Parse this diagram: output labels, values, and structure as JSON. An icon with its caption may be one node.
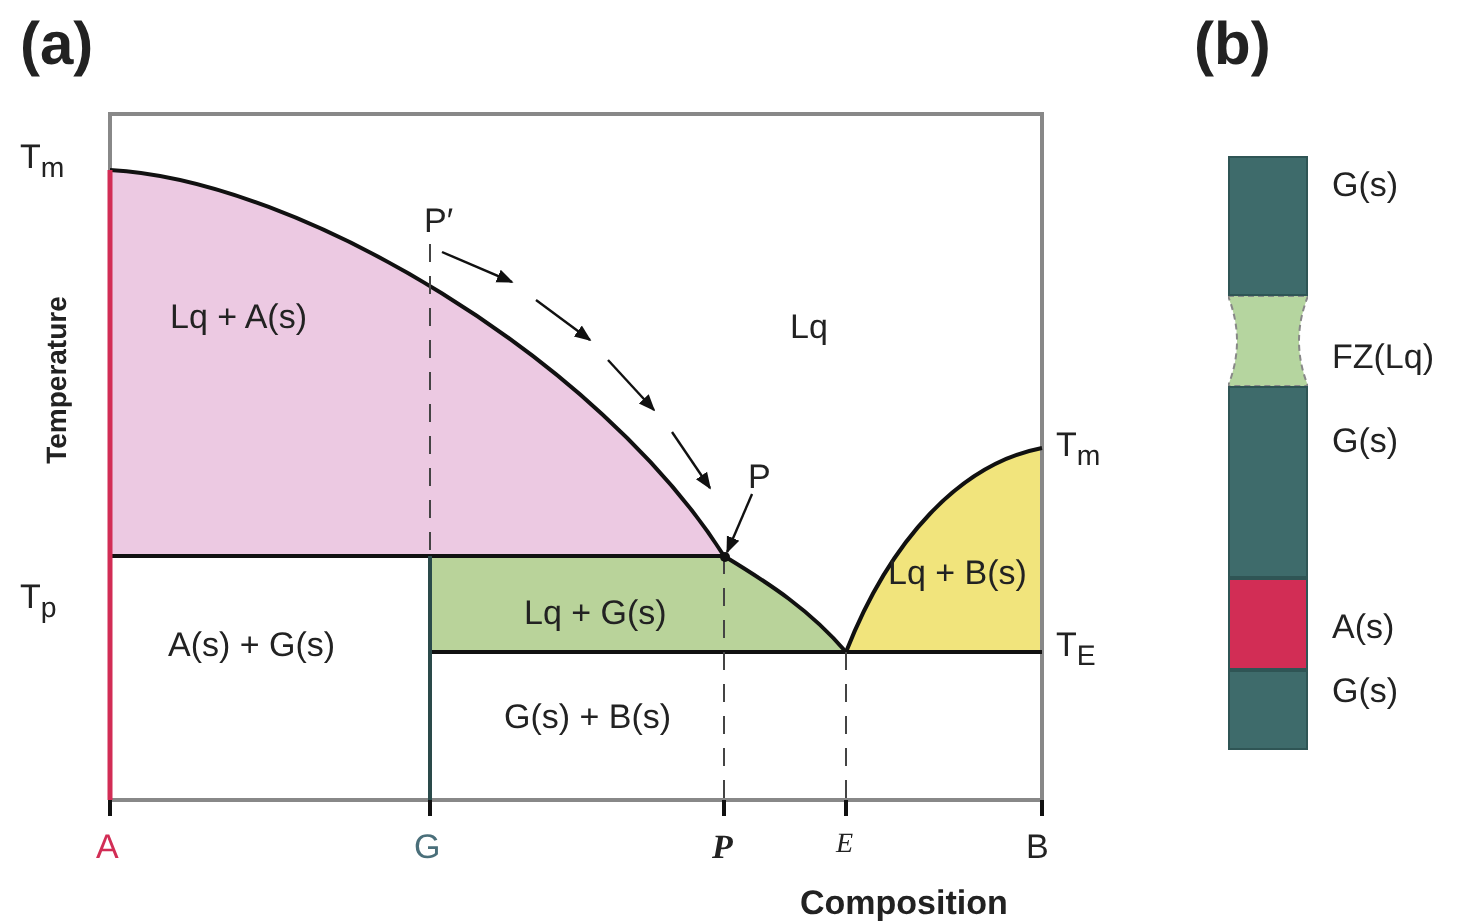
{
  "diagram": {
    "nodes": [
      {
        "text": [
          "P"
        ]
      },
      {
        "text": [],
        "shape": "box",
        "beside": [
          "G(s)"
        ]
      },
      {
        "text": [],
        "shape": "box",
        "beside": [
          "FZ(Lq)"
        ]
      },
      {
        "text": [],
        "shape": "box",
        "beside": [
          "G(s)"
        ]
      },
      {
        "text": [],
        "shape": "box",
        "beside": [
          "A(s)"
        ]
      },
      {
        "text": [],
        "shape": "box",
        "beside": [
          "G(s)"
        ]
      },
      {
        "text": [],
        "shape": "circle"
      }
    ],
    "edges": [
      {
        "from": 0,
        "to": 6,
        "arrow": "to"
      }
    ],
    "labels": [
      "(a)",
      "(b)",
      "T$_{m}$",
      "P′",
      "Lq + A(s)",
      "Temperature",
      "Lq",
      "T$_{m}$",
      "T$_{p}$",
      "Lq + B(s)",
      "Lq + G(s)",
      "A(s) + G(s)",
      "T$_{E}$",
      "G(s) + B(s)",
      "A",
      "G",
      "P",
      "E",
      "B",
      "Composition"
    ]
  }
}
